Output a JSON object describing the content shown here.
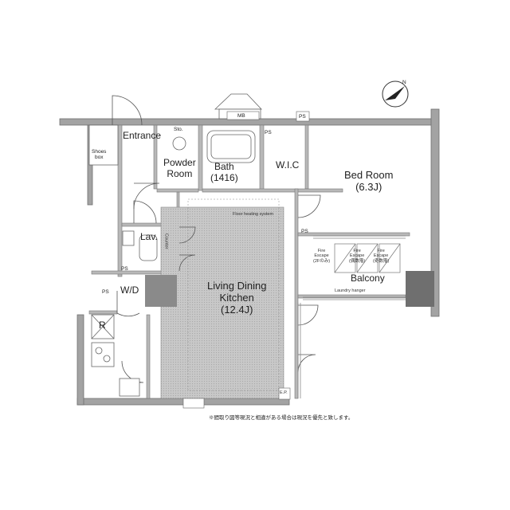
{
  "rooms": {
    "entrance": "Entrance",
    "shoes_box": "Shoes\nbox",
    "sto": "Sto.",
    "powder_room": "Powder\nRoom",
    "bath": "Bath\n(1416)",
    "wic": "W.I.C",
    "bed_room": "Bed Room\n(6.3J)",
    "lav": "Lav.",
    "counter": "Counter",
    "wd": "W/D",
    "ps": "PS",
    "mb": "MB",
    "r": "R",
    "ldk": "Living Dining\nKitchen\n(12.4J)",
    "floor_heating": "Floor heating system",
    "balcony": "Balcony",
    "laundry_hanger": "Laundry hanger",
    "fire_escape_1": "Fire\nEscape\n(2Fのみ)",
    "fire_escape_2": "Fire\nEscape\n(偶数階)",
    "fire_escape_3": "Fire\nEscape\n(奇数階)",
    "ep": "E.P."
  },
  "note": "※間取り図等現況と相違がある場合は現況を優先と致します。",
  "compass": {
    "label": "N"
  },
  "colors": {
    "wall": "#a3a3a3",
    "wall_outline": "#6f6f6f",
    "hatch": "#bdbdbd",
    "dark": "#7d7d7d",
    "line": "#555555"
  }
}
